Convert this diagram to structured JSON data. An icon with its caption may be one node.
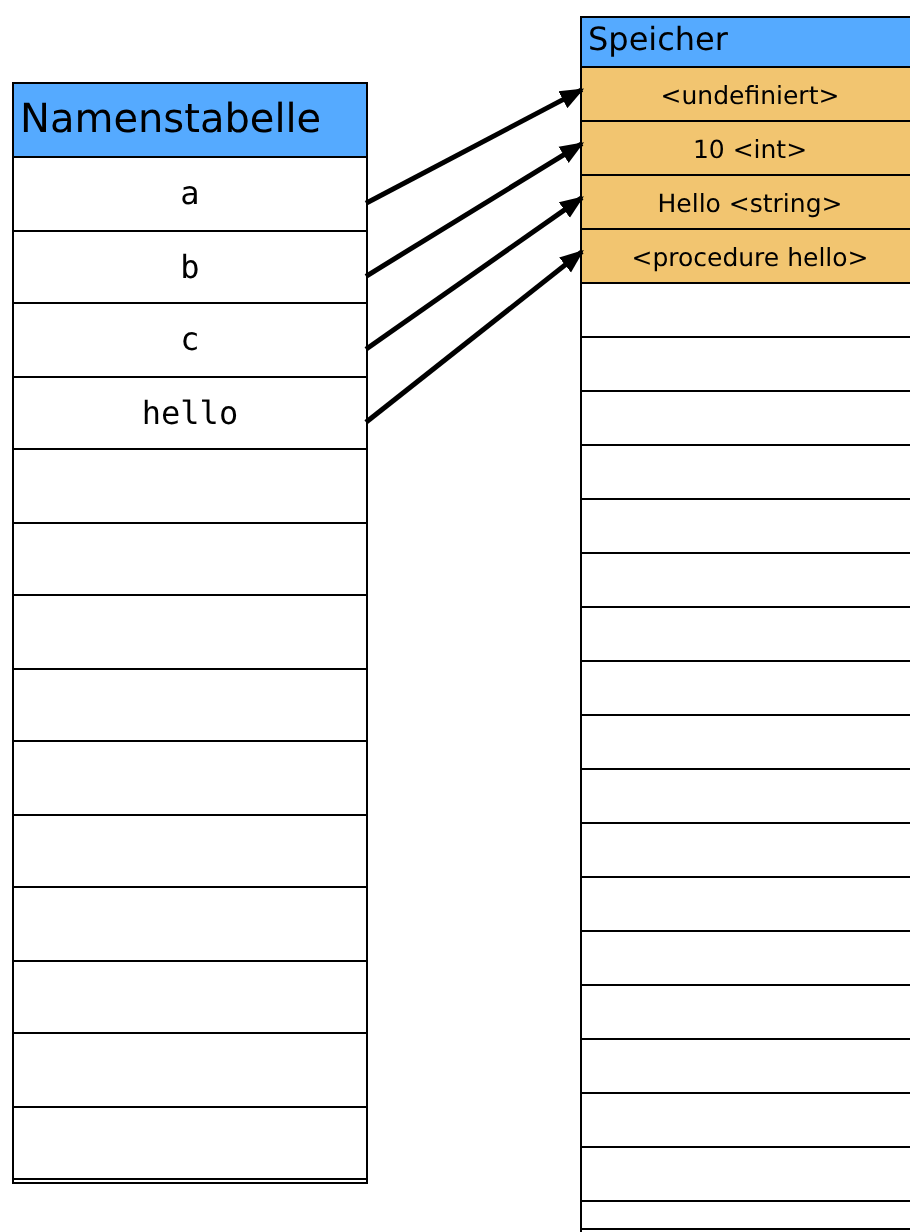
{
  "diagram": {
    "nodes": [
      {
        "text": [
          "Namenstabelle"
        ]
      },
      {
        "text": [
          "a"
        ],
        "in": 0
      },
      {
        "text": [
          "b"
        ],
        "in": 0
      },
      {
        "text": [
          "c"
        ],
        "in": 0
      },
      {
        "text": [
          "hello"
        ],
        "in": 0
      },
      {
        "text": [],
        "shape": "box",
        "in": 0
      },
      {
        "text": [],
        "shape": "box",
        "in": 0
      },
      {
        "text": [],
        "shape": "box",
        "in": 0
      },
      {
        "text": [],
        "shape": "box",
        "in": 0
      },
      {
        "text": [],
        "shape": "box",
        "in": 0
      },
      {
        "text": [],
        "shape": "box",
        "in": 0
      },
      {
        "text": [],
        "shape": "box",
        "in": 0
      },
      {
        "text": [],
        "shape": "box",
        "in": 0
      },
      {
        "text": [],
        "shape": "box",
        "in": 0
      },
      {
        "text": [],
        "shape": "box",
        "in": 0
      },
      {
        "text": [
          "Speicher"
        ]
      },
      {
        "text": [
          "<undefiniert>"
        ],
        "in": 15
      },
      {
        "text": [
          "10 <int>"
        ],
        "in": 15
      },
      {
        "text": [
          "Hello <string>"
        ],
        "in": 15
      },
      {
        "text": [
          "<procedure hello>"
        ],
        "in": 15
      },
      {
        "text": [],
        "shape": "box",
        "in": 15
      },
      {
        "text": [],
        "shape": "box",
        "in": 15
      },
      {
        "text": [],
        "shape": "box",
        "in": 15
      },
      {
        "text": [],
        "shape": "box",
        "in": 15
      },
      {
        "text": [],
        "shape": "box",
        "in": 15
      },
      {
        "text": [],
        "shape": "box",
        "in": 15
      },
      {
        "text": [],
        "shape": "box",
        "in": 15
      },
      {
        "text": [],
        "shape": "box",
        "in": 15
      },
      {
        "text": [],
        "shape": "box",
        "in": 15
      },
      {
        "text": [],
        "shape": "box",
        "in": 15
      },
      {
        "text": [],
        "shape": "box",
        "in": 15
      },
      {
        "text": [],
        "shape": "box",
        "in": 15
      },
      {
        "text": [],
        "shape": "box",
        "in": 15
      },
      {
        "text": [],
        "shape": "box",
        "in": 15
      },
      {
        "text": [],
        "shape": "box",
        "in": 15
      },
      {
        "text": [],
        "shape": "box",
        "in": 15
      },
      {
        "text": [],
        "shape": "box",
        "in": 15
      },
      {
        "text": [],
        "shape": "box",
        "in": 15
      }
    ],
    "edges": [
      {
        "from": 1,
        "to": 16,
        "arrow": "to"
      },
      {
        "from": 2,
        "to": 17,
        "arrow": "to"
      },
      {
        "from": 3,
        "to": 18,
        "arrow": "to"
      },
      {
        "from": 4,
        "to": 19,
        "arrow": "to"
      }
    ]
  }
}
